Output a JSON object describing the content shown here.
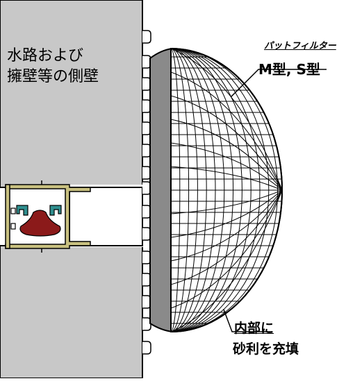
{
  "wall_label": {
    "line1": "水路および",
    "line2": "擁壁等の側壁"
  },
  "product_label": {
    "name": "パットフィルター",
    "types": "M型, S型"
  },
  "fill_note": {
    "line1": "内部に",
    "line2": "砂利を充填"
  },
  "colors": {
    "wall": "#c8c8c8",
    "outline": "#000000",
    "pipe_olive": "#c8c080",
    "clip_teal": "#2f8f8f",
    "seal_red": "#8b1a1a",
    "filter_gray": "#8a8a8a",
    "mesh": "#ffffff"
  }
}
